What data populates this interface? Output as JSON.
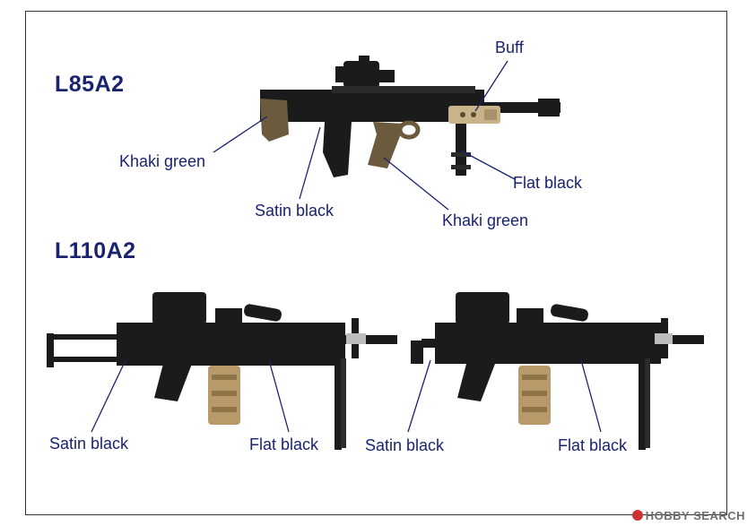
{
  "sections": {
    "l85": {
      "title": "L85A2"
    },
    "l110": {
      "title": "L110A2"
    }
  },
  "callouts": {
    "l85_buff": "Buff",
    "l85_stock": "Khaki green",
    "l85_magazine": "Satin black",
    "l85_grip": "Khaki green",
    "l85_foregrip": "Flat black",
    "l110_left_body": "Satin black",
    "l110_left_barrel": "Flat black",
    "l110_right_body": "Satin black",
    "l110_right_barrel": "Flat black"
  },
  "watermark": {
    "text": "HOBBY SEARCH"
  },
  "colors": {
    "label": "#1a2370",
    "leader": "#1a2370",
    "gun": "#1b1b1b",
    "khaki": "#6b5a3e",
    "buff": "#c9b48a",
    "tan": "#b89a6a"
  }
}
